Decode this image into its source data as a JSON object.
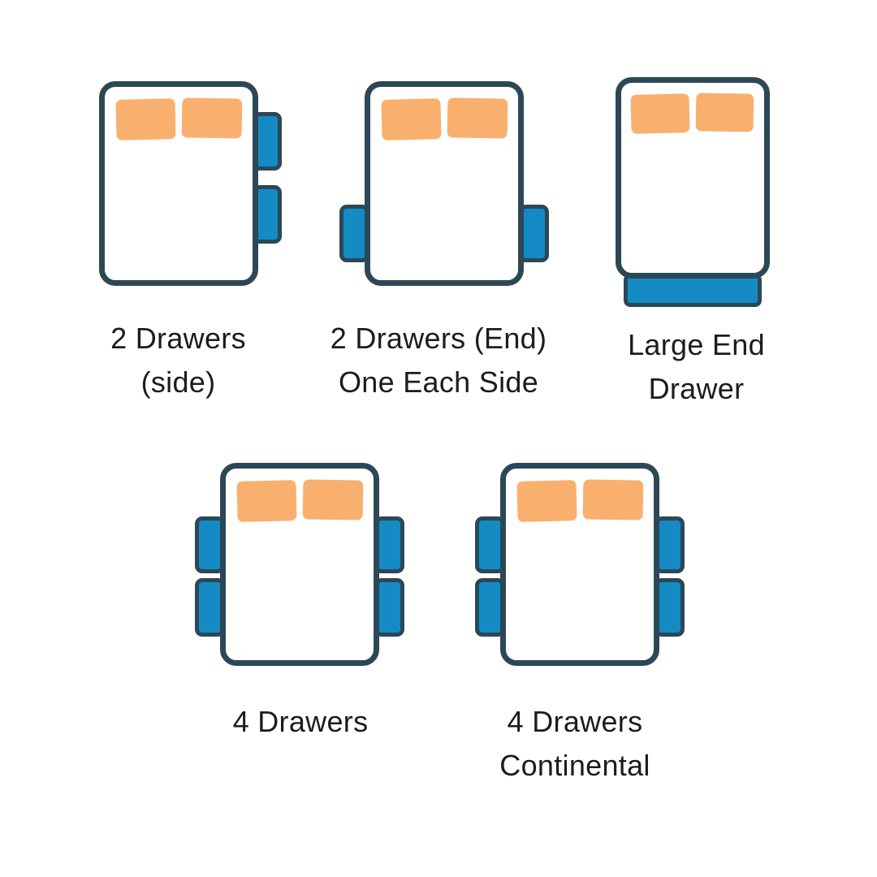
{
  "colors": {
    "navy": "#2c4856",
    "blue": "#148bc5",
    "orange": "#f9b06e",
    "text": "#1c1c1e",
    "background": "#ffffff"
  },
  "figures": [
    {
      "name": "2-drawers-side",
      "label_lines": [
        "2 Drawers",
        "(side)"
      ]
    },
    {
      "name": "2-drawers-end-one-each-side",
      "label_lines": [
        "2 Drawers (End)",
        "One Each Side"
      ]
    },
    {
      "name": "large-end-drawer",
      "label_lines": [
        "Large End",
        "Drawer"
      ]
    },
    {
      "name": "4-drawers",
      "label_lines": [
        "4 Drawers"
      ]
    },
    {
      "name": "4-drawers-continental",
      "label_lines": [
        "4 Drawers",
        "Continental"
      ]
    }
  ]
}
